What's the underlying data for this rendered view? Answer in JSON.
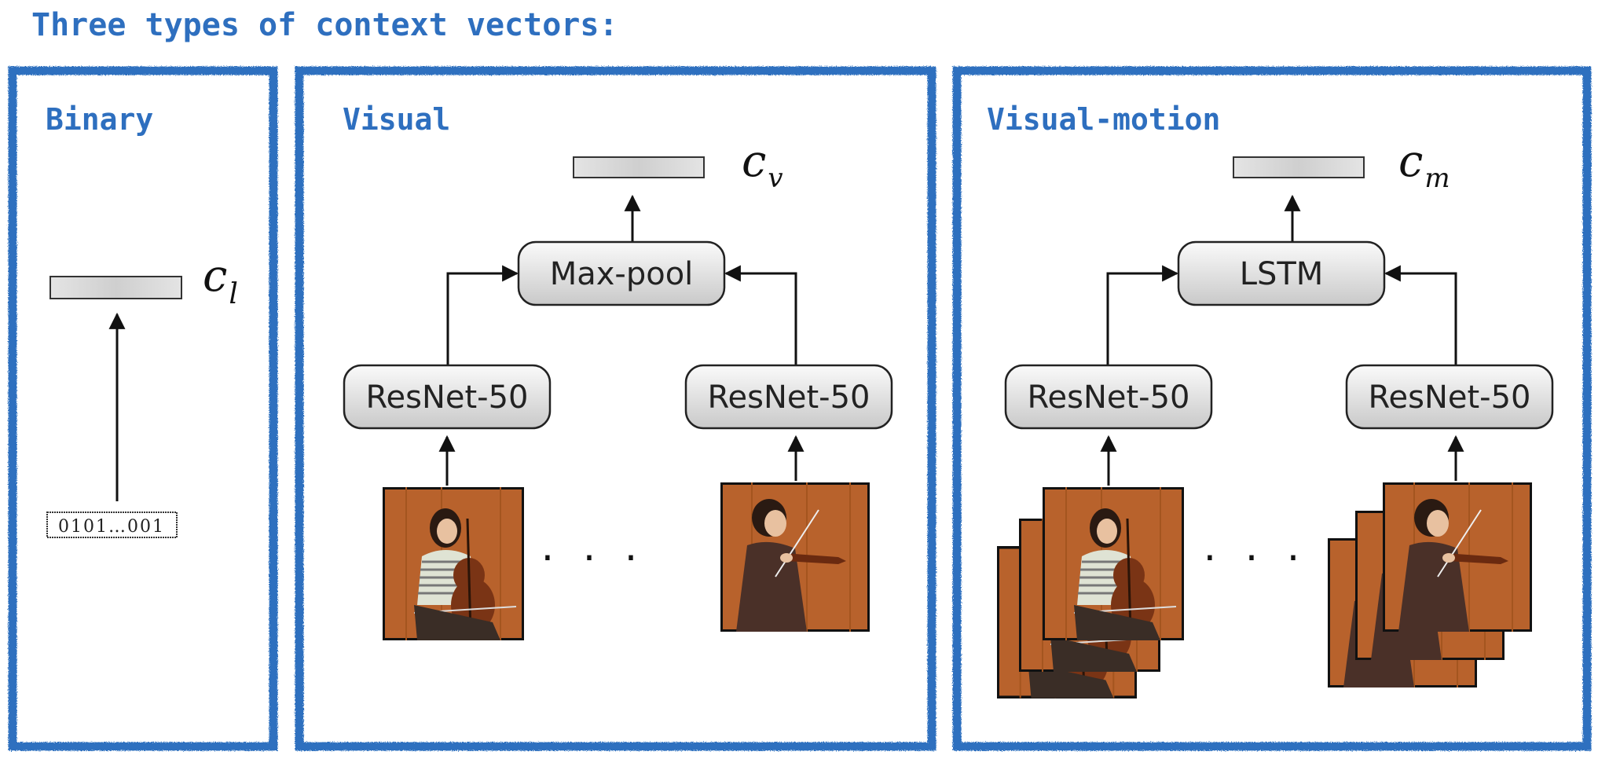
{
  "title": "Three types of context vectors:",
  "panels": {
    "binary": {
      "heading": "Binary",
      "code": "0101…001",
      "vector_symbol": "c",
      "vector_subscript": "l"
    },
    "visual": {
      "heading": "Visual",
      "pool_label": "Max-pool",
      "encoder_left": "ResNet-50",
      "encoder_right": "ResNet-50",
      "ellipsis": "· · ·",
      "vector_symbol": "c",
      "vector_subscript": "v"
    },
    "motion": {
      "heading": "Visual-motion",
      "pool_label": "LSTM",
      "encoder_left": "ResNet-50",
      "encoder_right": "ResNet-50",
      "ellipsis": "· · ·",
      "vector_symbol": "c",
      "vector_subscript": "m"
    }
  },
  "colors": {
    "frame": "#2e6fbf",
    "title": "#2e6fbf",
    "photo_background": "#b8622c"
  }
}
